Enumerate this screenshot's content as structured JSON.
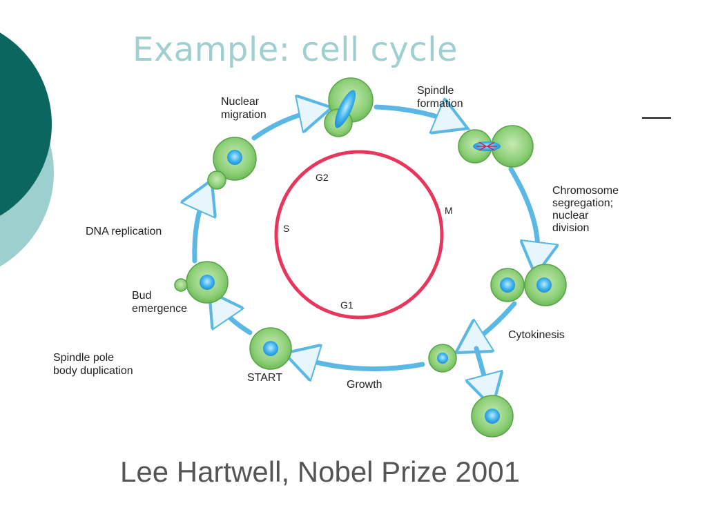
{
  "slide": {
    "title": "Example: cell cycle",
    "caption": "Lee Hartwell, Nobel Prize 2001"
  },
  "diagram": {
    "inner_phases": {
      "g2": "G2",
      "m": "M",
      "s": "S",
      "g1": "G1"
    },
    "steps": {
      "nuclear_migration": [
        "Nuclear",
        "migration"
      ],
      "spindle_formation": [
        "Spindle",
        "formation"
      ],
      "chromosome_segregation": [
        "Chromosome",
        "segregation;",
        "nuclear",
        "division"
      ],
      "cytokinesis": "Cytokinesis",
      "growth": "Growth",
      "start": "START",
      "spindle_pole": [
        "Spindle pole",
        "body duplication"
      ],
      "bud_emergence": [
        "Bud",
        "emergence"
      ],
      "dna_replication": "DNA replication"
    },
    "colors": {
      "cell_fill": "#8fd07a",
      "cell_edge": "#5aa24a",
      "nucleus": "#3fb4ee",
      "arrow": "#5bb8e4",
      "inner_ring": "#e8365c",
      "title": "#9fcfcf",
      "deco_dark": "#0b6660",
      "deco_light": "#9ecfcf"
    }
  }
}
